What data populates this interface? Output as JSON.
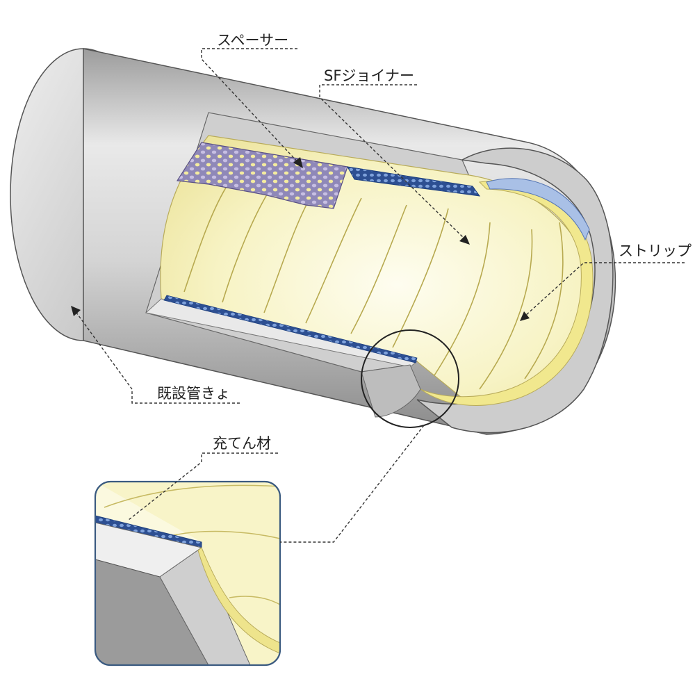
{
  "labels": {
    "spacer": "スペーサー",
    "sf_joiner": "SFジョイナー",
    "strip": "ストリップ",
    "existing_pipe": "既設管きょ",
    "filler": "充てん材"
  },
  "colors": {
    "pipe_light": "#e4e4e4",
    "pipe_mid": "#b9b9b9",
    "pipe_dark": "#8c8c8c",
    "liner_light": "#fdfbe2",
    "liner_mid": "#f3eeae",
    "liner_edge": "#e7dd86",
    "filler_blue": "#4a77c0",
    "filler_dark": "#1d3f7e",
    "spacer_lavender": "#b9b0d8",
    "spacer_yellow": "#f3ea9a",
    "gap_blue": "#a9c0e6",
    "inset_border": "#3a5a80",
    "line": "#333333"
  }
}
